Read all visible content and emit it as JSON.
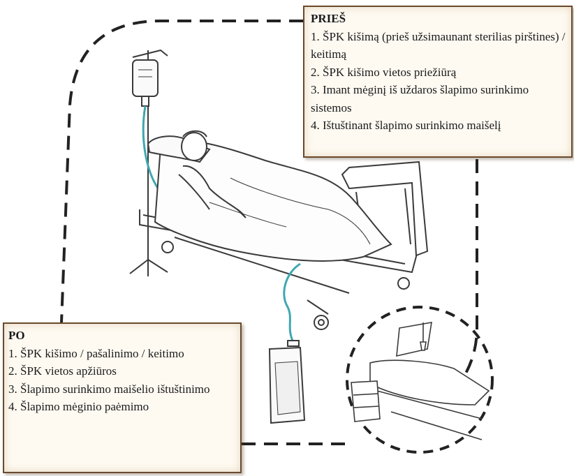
{
  "colors": {
    "box_border": "#6b4a2c",
    "box_fill": "#fefaf2",
    "tubing": "#3fa7b0",
    "line_art": "#3a3a3a",
    "dashed_outline": "#222222"
  },
  "icons": [
    "iv-bag-icon",
    "urine-bag-icon",
    "hospital-bed-icon",
    "patient-icon",
    "bedside-cabinet-icon"
  ],
  "before_box": {
    "title": "PRIEŠ",
    "items": [
      "1. ŠPK kišimą (prieš užsimaunant sterilias pirštines) / keitimą",
      "2. ŠPK kišimo vietos priežiūrą",
      "3. Imant mėginį iš uždaros šlapimo surinkimo sistemos",
      "4. Ištuštinant šlapimo surinkimo maišelį"
    ]
  },
  "after_box": {
    "title": "PO",
    "items": [
      "1. ŠPK kišimo / pašalinimo / keitimo",
      "2. ŠPK vietos apžiūros",
      "3. Šlapimo surinkimo maišelio ištuštinimo",
      "4. Šlapimo mėginio paėmimo"
    ]
  }
}
